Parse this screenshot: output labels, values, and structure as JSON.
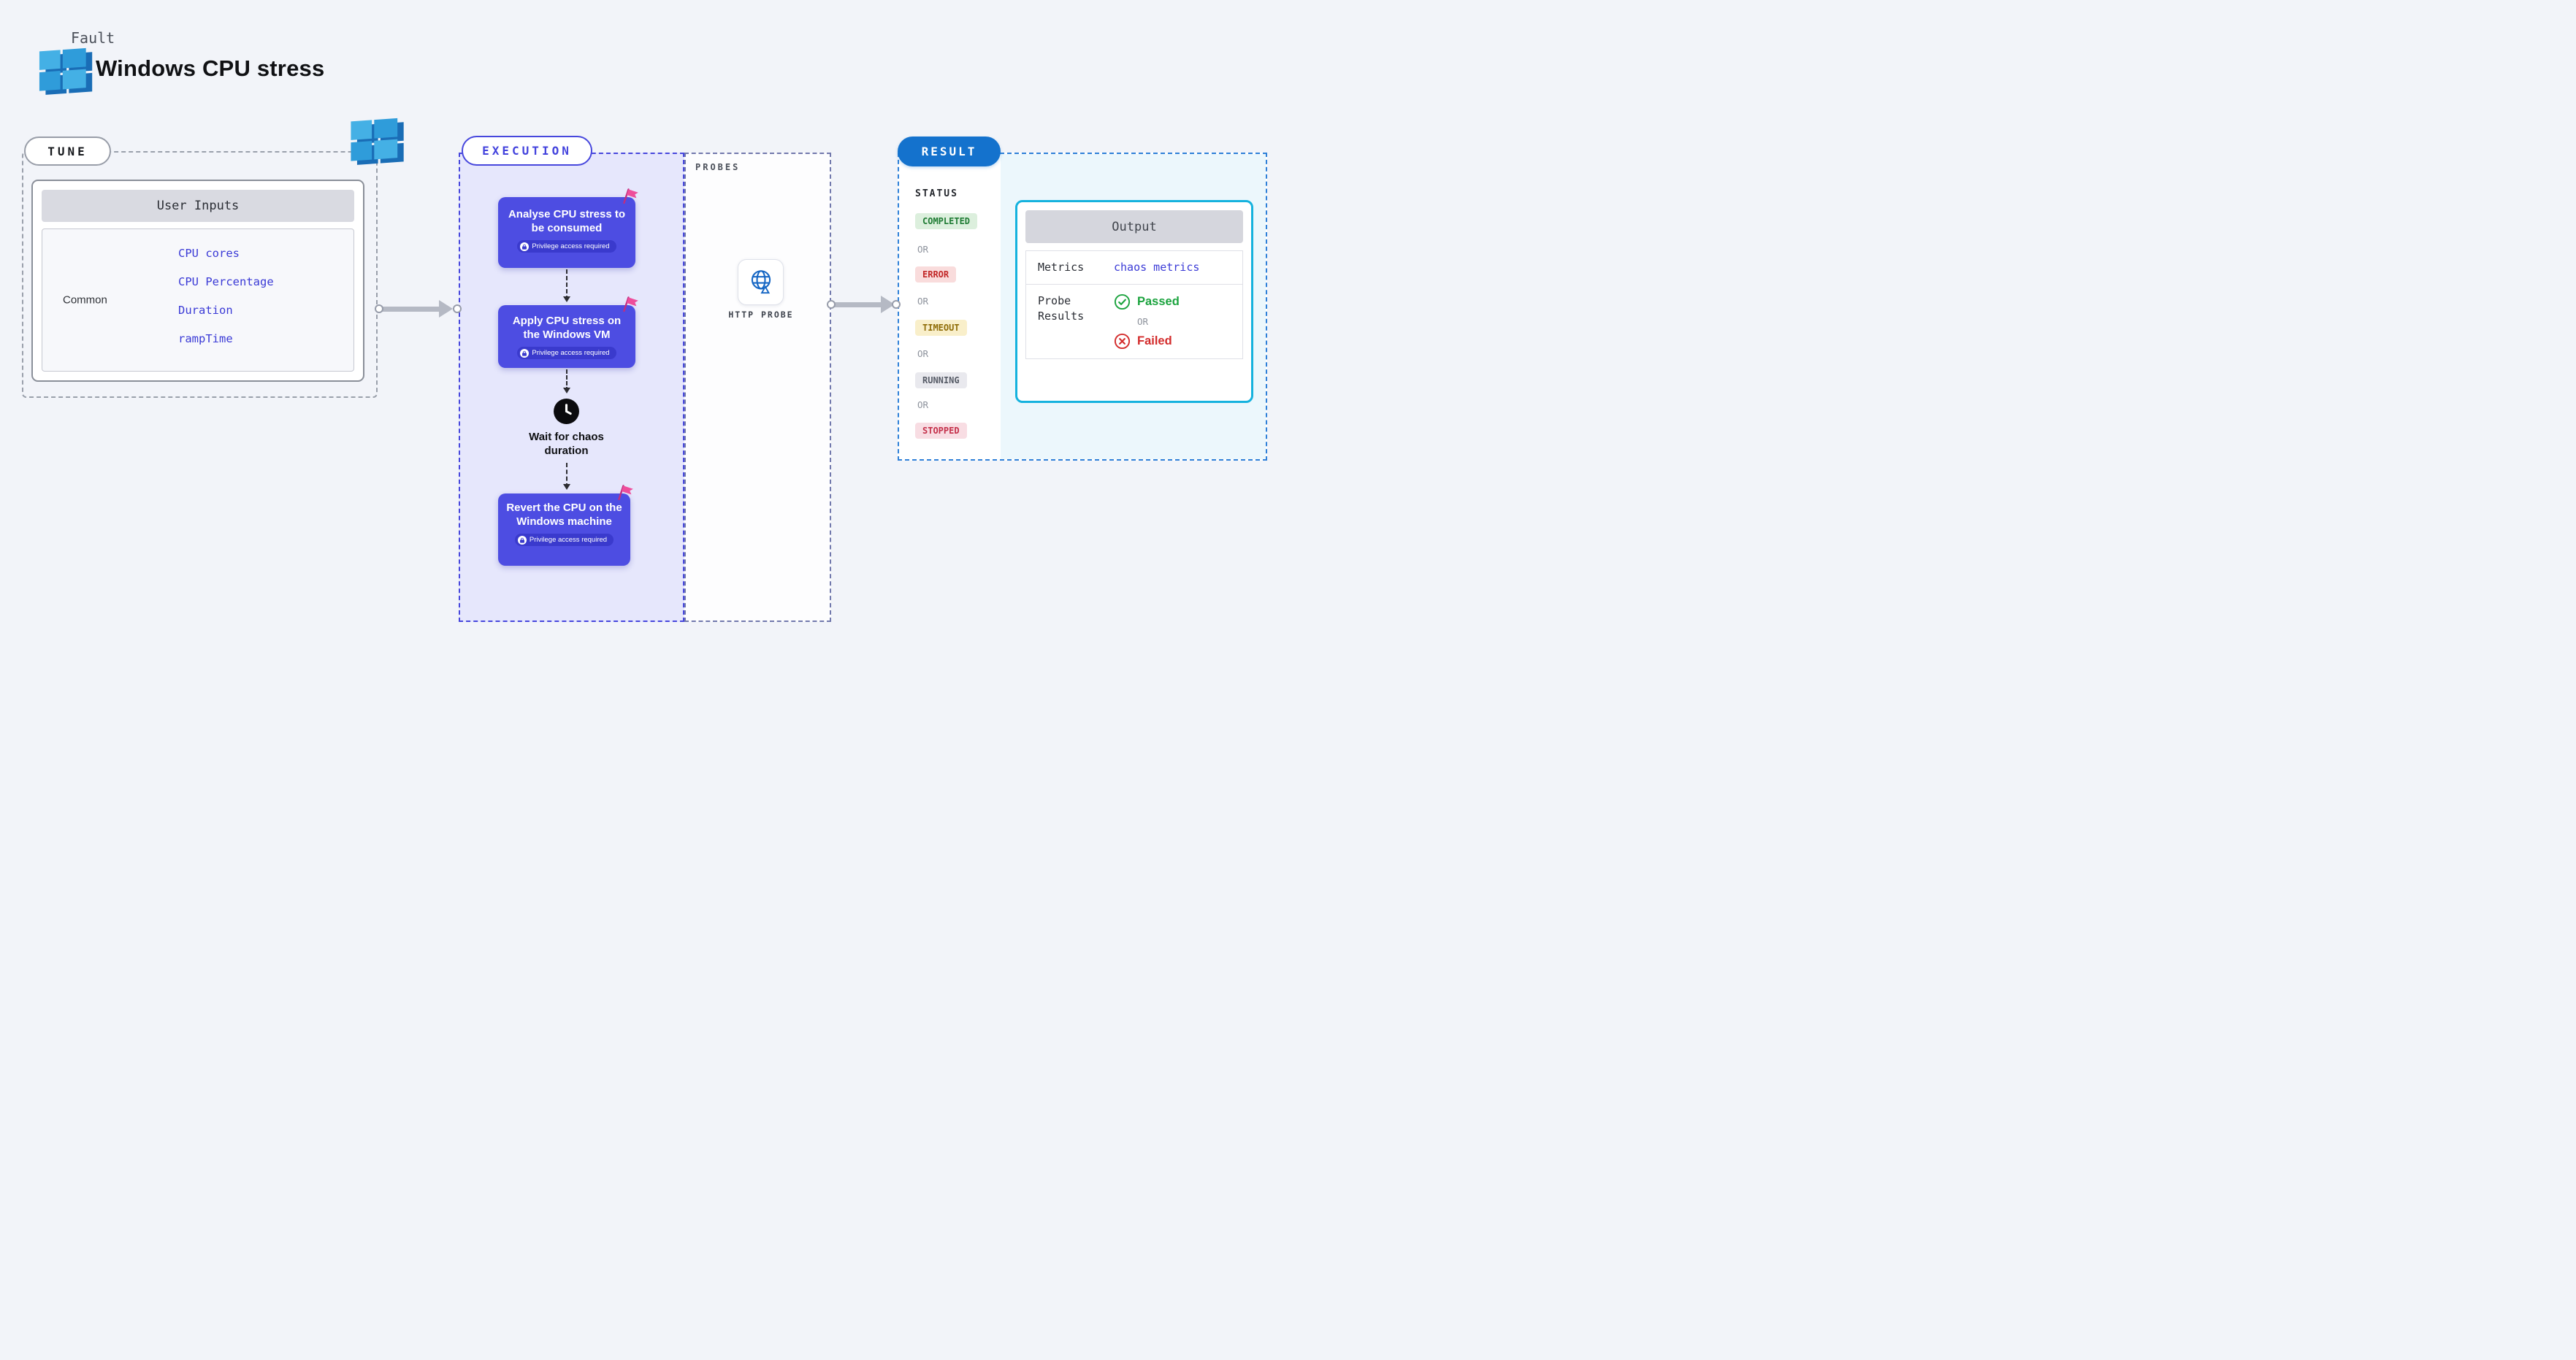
{
  "header": {
    "kicker": "Fault",
    "title": "Windows CPU stress"
  },
  "tune": {
    "label": "TUNE",
    "card_title": "User Inputs",
    "row_label": "Common",
    "links": [
      "CPU cores",
      "CPU Percentage",
      "Duration",
      "rampTime"
    ]
  },
  "execution": {
    "label": "EXECUTION",
    "steps": [
      {
        "title": "Analyse CPU stress to be consumed",
        "badge": "Privilege access required"
      },
      {
        "title": "Apply CPU stress on the Windows VM",
        "badge": "Privilege access required"
      },
      {
        "title": "Revert the CPU on the Windows machine",
        "badge": "Privilege access required"
      }
    ],
    "wait_label": "Wait for chaos duration"
  },
  "probes": {
    "label": "PROBES",
    "http_probe_label": "HTTP PROBE"
  },
  "result": {
    "label": "RESULT",
    "status_heading": "STATUS",
    "or_label": "OR",
    "statuses": [
      {
        "label": "COMPLETED",
        "bg": "#dcefdd",
        "color": "#1e7b33"
      },
      {
        "label": "ERROR",
        "bg": "#f9dcdc",
        "color": "#c22727"
      },
      {
        "label": "TIMEOUT",
        "bg": "#f9efca",
        "color": "#8f6c07"
      },
      {
        "label": "RUNNING",
        "bg": "#e9e9ee",
        "color": "#565b66"
      },
      {
        "label": "STOPPED",
        "bg": "#f8dde3",
        "color": "#c4304a"
      }
    ],
    "output": {
      "title": "Output",
      "metrics_label": "Metrics",
      "metrics_value": "chaos metrics",
      "probe_results_label": "Probe Results",
      "passed": "Passed",
      "or_label": "OR",
      "failed": "Failed"
    }
  },
  "colors": {
    "accent_indigo": "#4d4de2",
    "accent_blue": "#1472cd",
    "accent_cyan": "#15b2de",
    "link": "#3a3ad6",
    "flag_pink": "#ee4d9b"
  }
}
